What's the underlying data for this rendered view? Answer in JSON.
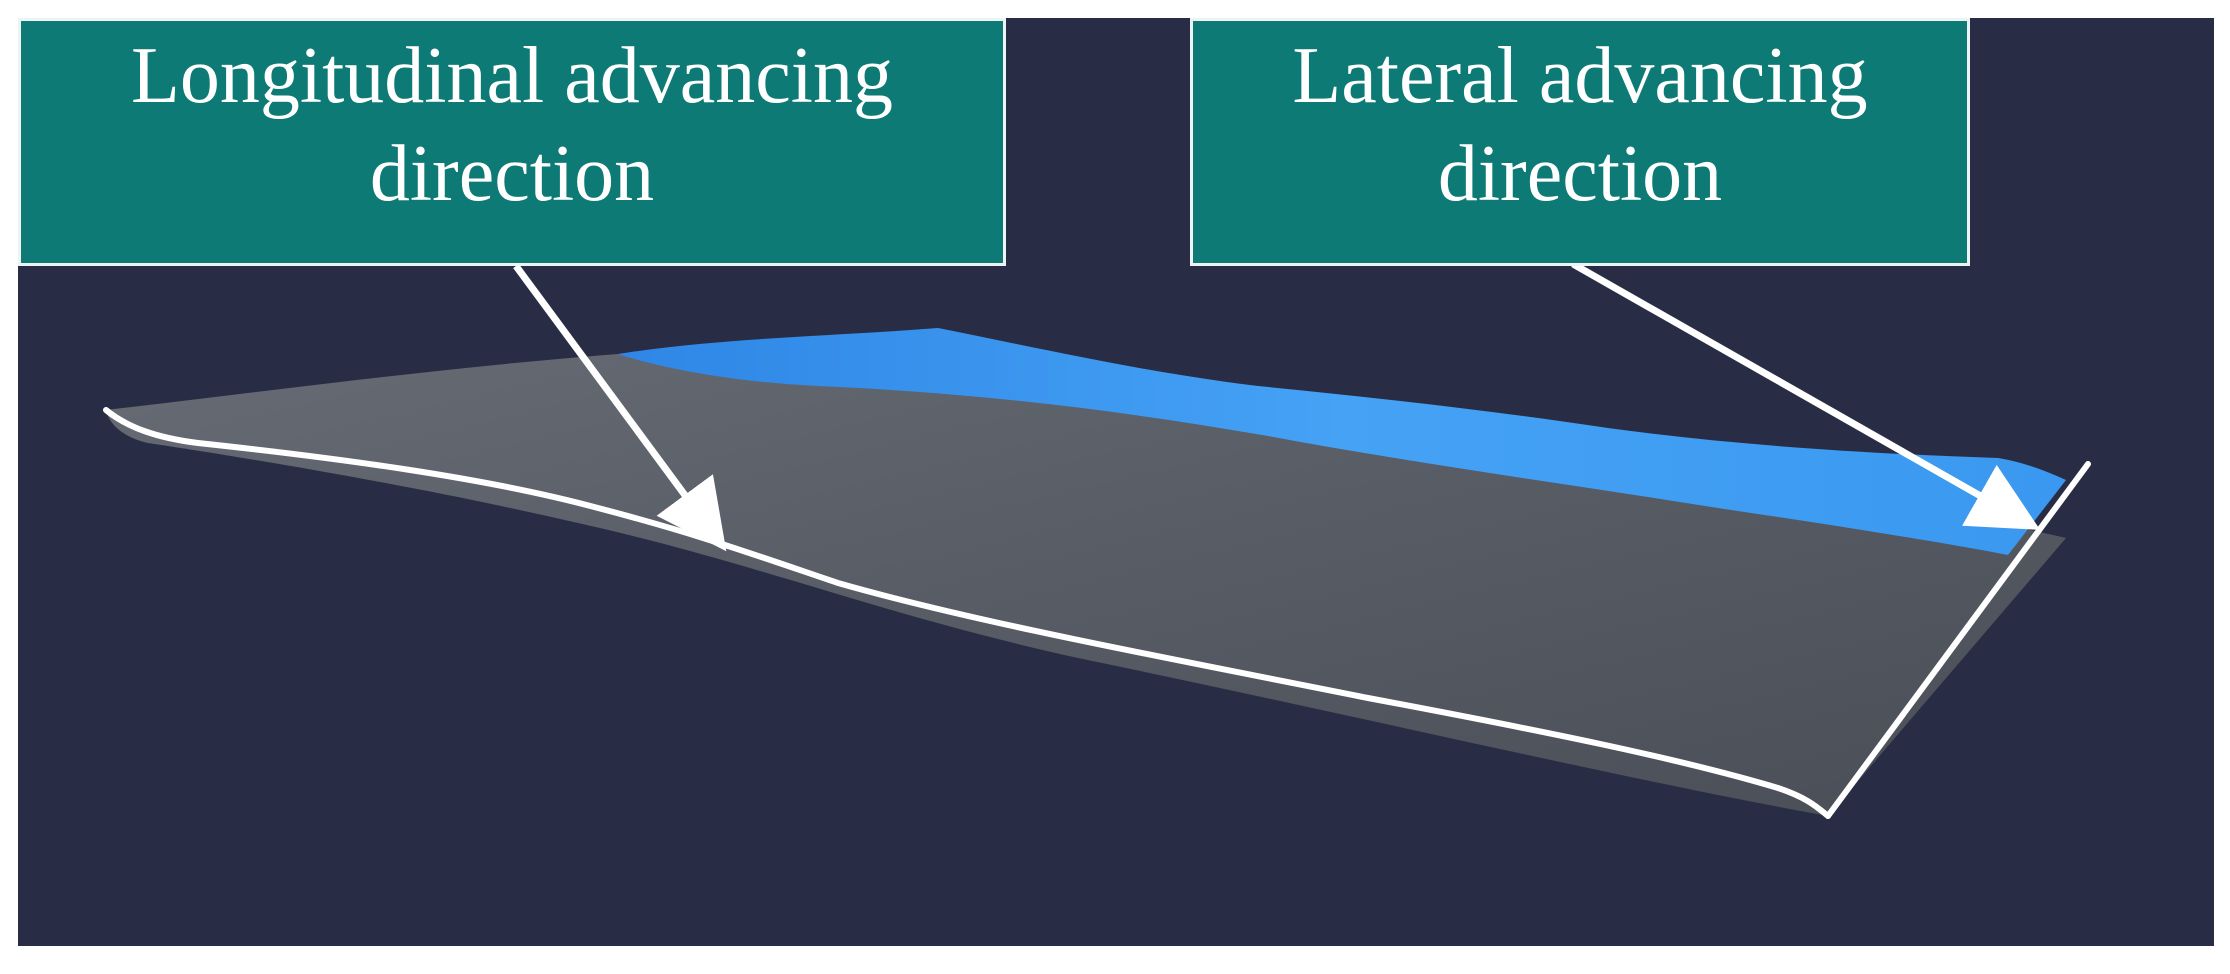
{
  "labels": {
    "longitudinal": {
      "line1": "Longitudinal advancing",
      "line2": "direction"
    },
    "lateral": {
      "line1": "Lateral advancing",
      "line2": "direction"
    }
  },
  "colors": {
    "background": "#282d45",
    "label_fill": "#0d7a76",
    "label_border": "#eef3f3",
    "surface_gray": "#5a5f69",
    "advanced_layer_blue": "#3d9bf0",
    "arrow": "#ffffff"
  }
}
